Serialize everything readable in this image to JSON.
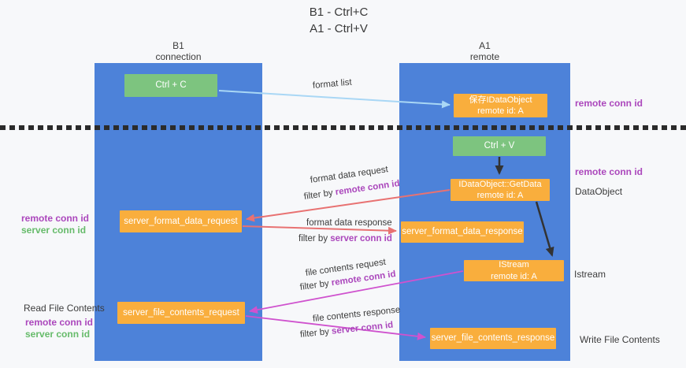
{
  "title": {
    "line1": "B1 - Ctrl+C",
    "line2": "A1 - Ctrl+V"
  },
  "lanes": {
    "left": {
      "title": "B1",
      "subtitle": "connection"
    },
    "right": {
      "title": "A1",
      "subtitle": "remote"
    }
  },
  "boxes": {
    "ctrl_c": {
      "label": "Ctrl + C"
    },
    "save_dataobject": {
      "line1": "保存IDataObject",
      "line2": "remote id: A"
    },
    "ctrl_v": {
      "label": "Ctrl + V"
    },
    "getdata": {
      "line1": "IDataObject::GetData",
      "line2": "remote id: A"
    },
    "format_request": {
      "label": "server_format_data_request"
    },
    "format_response": {
      "label": "server_format_data_response"
    },
    "istream": {
      "line1": "IStream",
      "line2": "remote id: A"
    },
    "file_request": {
      "label": "server_file_contents_request"
    },
    "file_response": {
      "label": "server_file_contents_response"
    }
  },
  "flow_labels": {
    "format_list": "format list",
    "format_data_request": "format data request",
    "format_data_response": "format data response",
    "file_contents_request": "file contents request",
    "file_contents_response": "file contents response",
    "filter_prefix": "filter by ",
    "remote_conn_id": "remote conn id",
    "server_conn_id": "server conn id"
  },
  "margin_labels": {
    "right": [
      {
        "text": "remote conn id"
      },
      {
        "text": "remote conn id"
      },
      {
        "text": "DataObject"
      },
      {
        "text": "Istream"
      },
      {
        "text": "Write File Contents"
      }
    ],
    "left": [
      {
        "text": "remote conn id"
      },
      {
        "text": "server conn id"
      },
      {
        "text": "Read File Contents"
      },
      {
        "text": "remote conn id"
      },
      {
        "text": "server conn id"
      }
    ]
  },
  "colors": {
    "lane_blue": "#4d82d9",
    "box_green": "#7dc47f",
    "box_orange": "#f9ae3d",
    "arrow_light_blue": "#a9d7f5",
    "arrow_salmon": "#e87272",
    "arrow_magenta": "#cf52ce",
    "arrow_black": "#333333",
    "text_purple": "#ab47bc",
    "text_green": "#66bb6a"
  }
}
